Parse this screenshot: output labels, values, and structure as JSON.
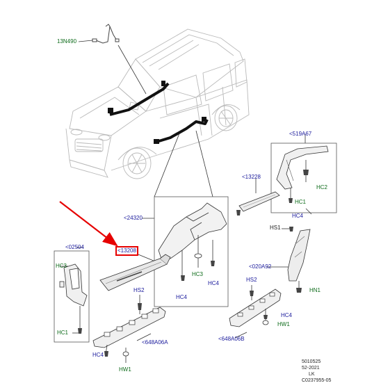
{
  "labels": {
    "part_13N490": "13N490",
    "part_519A67": "<519A67",
    "part_13228": "<13228",
    "part_24320": "<24320",
    "part_02504": "<02504",
    "part_13208": "<13208",
    "part_020A92": "<020A92",
    "part_648A06A": "<648A06A",
    "part_648A06B": "<648A06B",
    "hc3_left": "HC3",
    "hc1_left": "HC1",
    "hs2_left": "HS2",
    "hc4_left": "HC4",
    "hw1_left": "HW1",
    "hc3_center": "HC3",
    "hc4_center1": "HC4",
    "hc4_center2": "HC4",
    "hc2_right": "HC2",
    "hc1_right": "HC1",
    "hc4_right": "HC4",
    "hs1_right": "HS1",
    "hs2_right": "HS2",
    "hn1_right": "HN1",
    "hc4_right2": "HC4",
    "hw1_right": "HW1"
  },
  "meta": {
    "line1": "5010525",
    "line2": "52-2021",
    "line3": "LK",
    "line4": "C0237955-05"
  },
  "colors": {
    "highlight": "#e60000",
    "part_label": "#1a1a9c",
    "fastener_label": "#0d6b1a",
    "line": "#333333"
  }
}
